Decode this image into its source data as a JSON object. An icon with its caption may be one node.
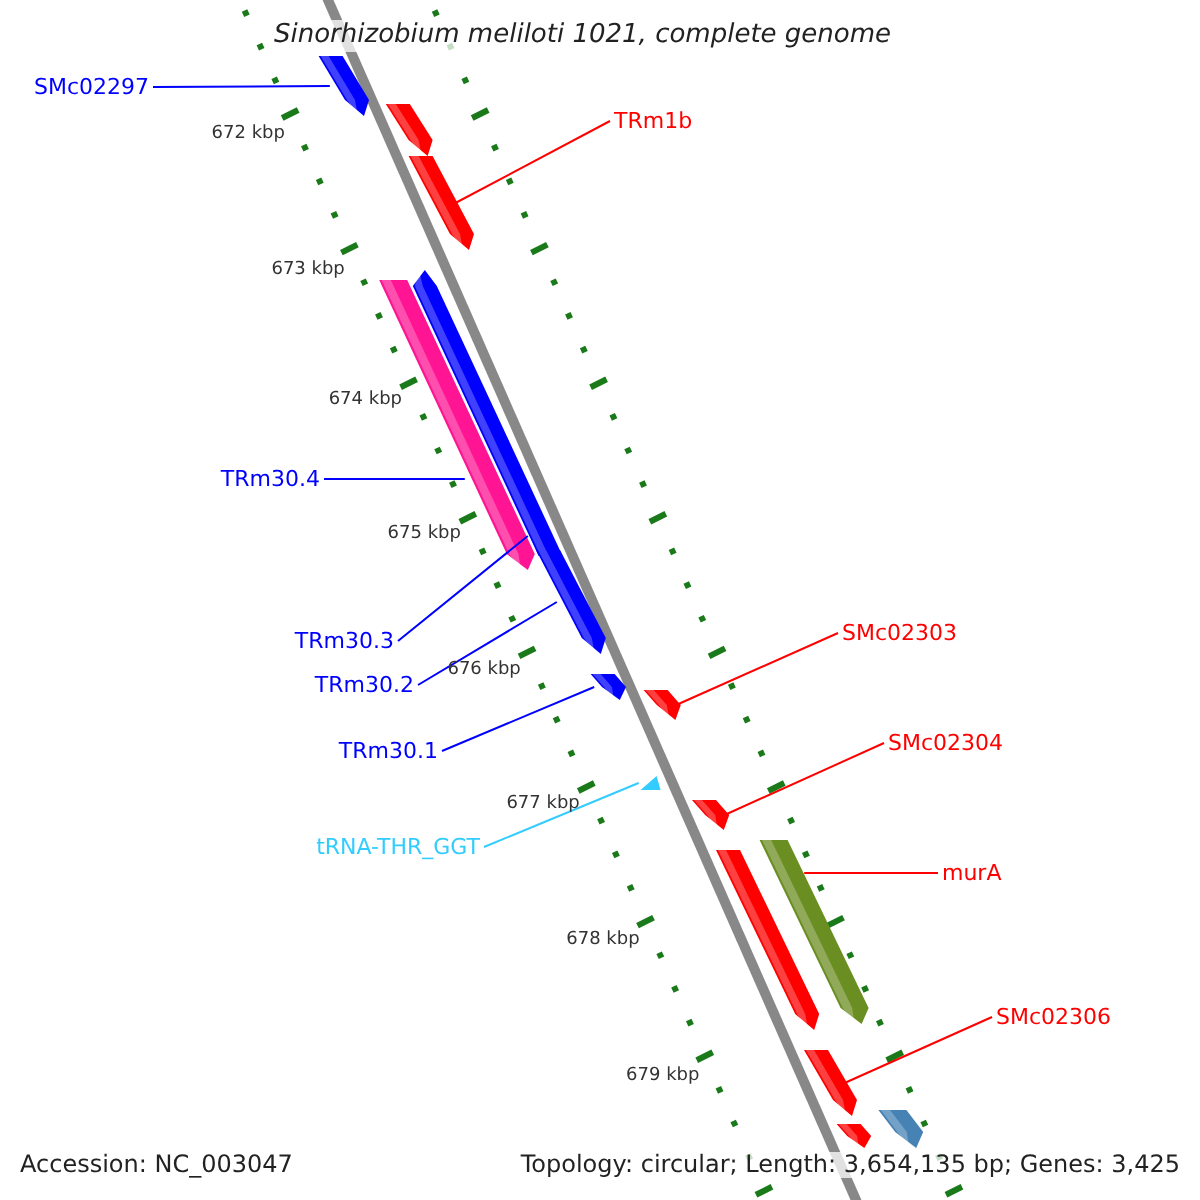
{
  "diagram": {
    "title": "Sinorhizobium meliloti 1021, complete genome",
    "nodes": [
      {
        "text": [
          "SMc02297"
        ]
      },
      {
        "text": [
          "TRm1b"
        ]
      },
      {
        "text": [
          "TRm30.4"
        ]
      },
      {
        "text": [
          "TRm30.3"
        ]
      },
      {
        "text": [
          "TRm30.2"
        ]
      },
      {
        "text": [
          "TRm30.1"
        ]
      },
      {
        "text": [
          "tRNA-THR_GGT"
        ]
      },
      {
        "text": [
          "SMc02303"
        ]
      },
      {
        "text": [
          "SMc02304"
        ]
      },
      {
        "text": [
          "murA"
        ]
      },
      {
        "text": [
          "SMc02306"
        ]
      },
      {
        "text": [],
        "shape": "bar"
      },
      {
        "text": [],
        "shape": "bar"
      },
      {
        "text": [],
        "shape": "bar"
      },
      {
        "text": [],
        "shape": "bar"
      },
      {
        "text": [],
        "shape": "bar"
      },
      {
        "text": [],
        "shape": "bar"
      },
      {
        "text": [],
        "shape": "triangle"
      },
      {
        "text": [],
        "shape": "bar"
      },
      {
        "text": [],
        "shape": "bar"
      },
      {
        "text": [],
        "shape": "bar"
      },
      {
        "text": [],
        "shape": "bar"
      },
      {
        "text": [],
        "shape": "bar"
      },
      {
        "text": [],
        "shape": "bar"
      },
      {
        "text": [],
        "shape": "bar"
      },
      {
        "text": [],
        "shape": "bar"
      }
    ],
    "edges": [
      {
        "from": 0,
        "to": 11,
        "arrow": "none",
        "color": "#0000ff"
      },
      {
        "from": 1,
        "to": 12,
        "arrow": "none",
        "color": "#ff0000"
      },
      {
        "from": 2,
        "to": 13,
        "arrow": "none",
        "color": "#0000ff"
      },
      {
        "from": 3,
        "to": 14,
        "arrow": "none",
        "color": "#0000ff"
      },
      {
        "from": 4,
        "to": 15,
        "arrow": "none",
        "color": "#0000ff"
      },
      {
        "from": 5,
        "to": 16,
        "arrow": "none",
        "color": "#0000ff"
      },
      {
        "from": 6,
        "to": 17,
        "arrow": "none",
        "color": "#33ccff"
      },
      {
        "from": 7,
        "to": 18,
        "arrow": "none",
        "color": "#ff0000"
      },
      {
        "from": 8,
        "to": 19,
        "arrow": "none",
        "color": "#ff0000"
      },
      {
        "from": 9,
        "to": 20,
        "arrow": "none",
        "color": "#ff0000"
      },
      {
        "from": 10,
        "to": 21,
        "arrow": "none",
        "color": "#ff0000"
      }
    ],
    "labels": [
      "672 kbp",
      "673 kbp",
      "674 kbp",
      "675 kbp",
      "676 kbp",
      "677 kbp",
      "678 kbp",
      "679 kbp",
      "Accession: NC_003047",
      "Topology: circular; Length: 3,654,135 bp; Genes: 3,425"
    ]
  }
}
